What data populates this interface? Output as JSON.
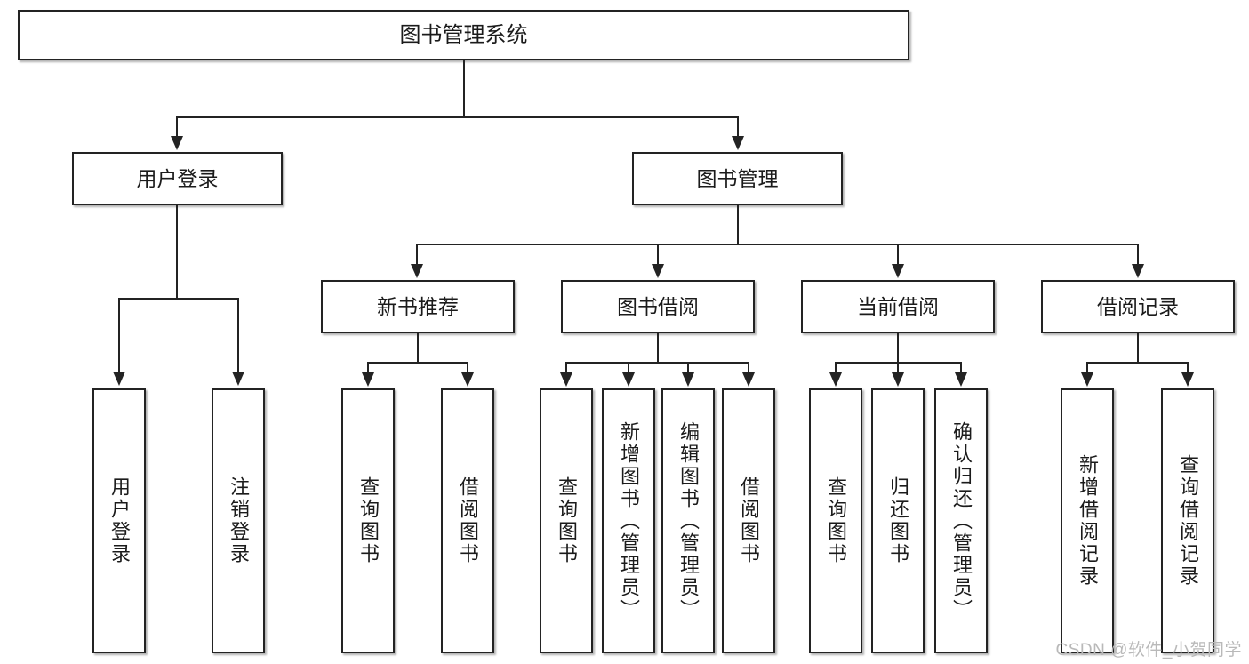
{
  "diagram": {
    "title": "图书管理系统",
    "type": "tree",
    "root": {
      "id": "root",
      "label": "图书管理系统"
    },
    "level2": [
      {
        "id": "user-login",
        "label": "用户登录"
      },
      {
        "id": "book-manage",
        "label": "图书管理"
      }
    ],
    "level3": [
      {
        "id": "new-book-recommend",
        "label": "新书推荐",
        "parent": "book-manage"
      },
      {
        "id": "book-borrow",
        "label": "图书借阅",
        "parent": "book-manage"
      },
      {
        "id": "current-borrow",
        "label": "当前借阅",
        "parent": "book-manage"
      },
      {
        "id": "borrow-record",
        "label": "借阅记录",
        "parent": "book-manage"
      }
    ],
    "leaves": {
      "user-login": [
        {
          "id": "leaf-user-login",
          "label": "用户登录"
        },
        {
          "id": "leaf-logout-login",
          "label": "注销登录"
        }
      ],
      "new-book-recommend": [
        {
          "id": "leaf-query-book-1",
          "label": "查询图书"
        },
        {
          "id": "leaf-borrow-book-1",
          "label": "借阅图书"
        }
      ],
      "book-borrow": [
        {
          "id": "leaf-query-book-2",
          "label": "查询图书"
        },
        {
          "id": "leaf-add-book-admin",
          "label": "新增图书（管理员）"
        },
        {
          "id": "leaf-edit-book-admin",
          "label": "编辑图书（管理员）"
        },
        {
          "id": "leaf-borrow-book-2",
          "label": "借阅图书"
        }
      ],
      "current-borrow": [
        {
          "id": "leaf-query-book-3",
          "label": "查询图书"
        },
        {
          "id": "leaf-return-book",
          "label": "归还图书"
        },
        {
          "id": "leaf-confirm-return-admin",
          "label": "确认归还（管理员）"
        }
      ],
      "borrow-record": [
        {
          "id": "leaf-add-borrow-record",
          "label": "新增借阅记录"
        },
        {
          "id": "leaf-query-borrow-record",
          "label": "查询借阅记录"
        }
      ]
    }
  },
  "watermark": {
    "text": "CSDN @软件_小贺同学"
  },
  "colors": {
    "stroke": "#232323",
    "fill": "#ffffff",
    "text": "#1b1b1b",
    "watermark": "#b9b9b9"
  }
}
